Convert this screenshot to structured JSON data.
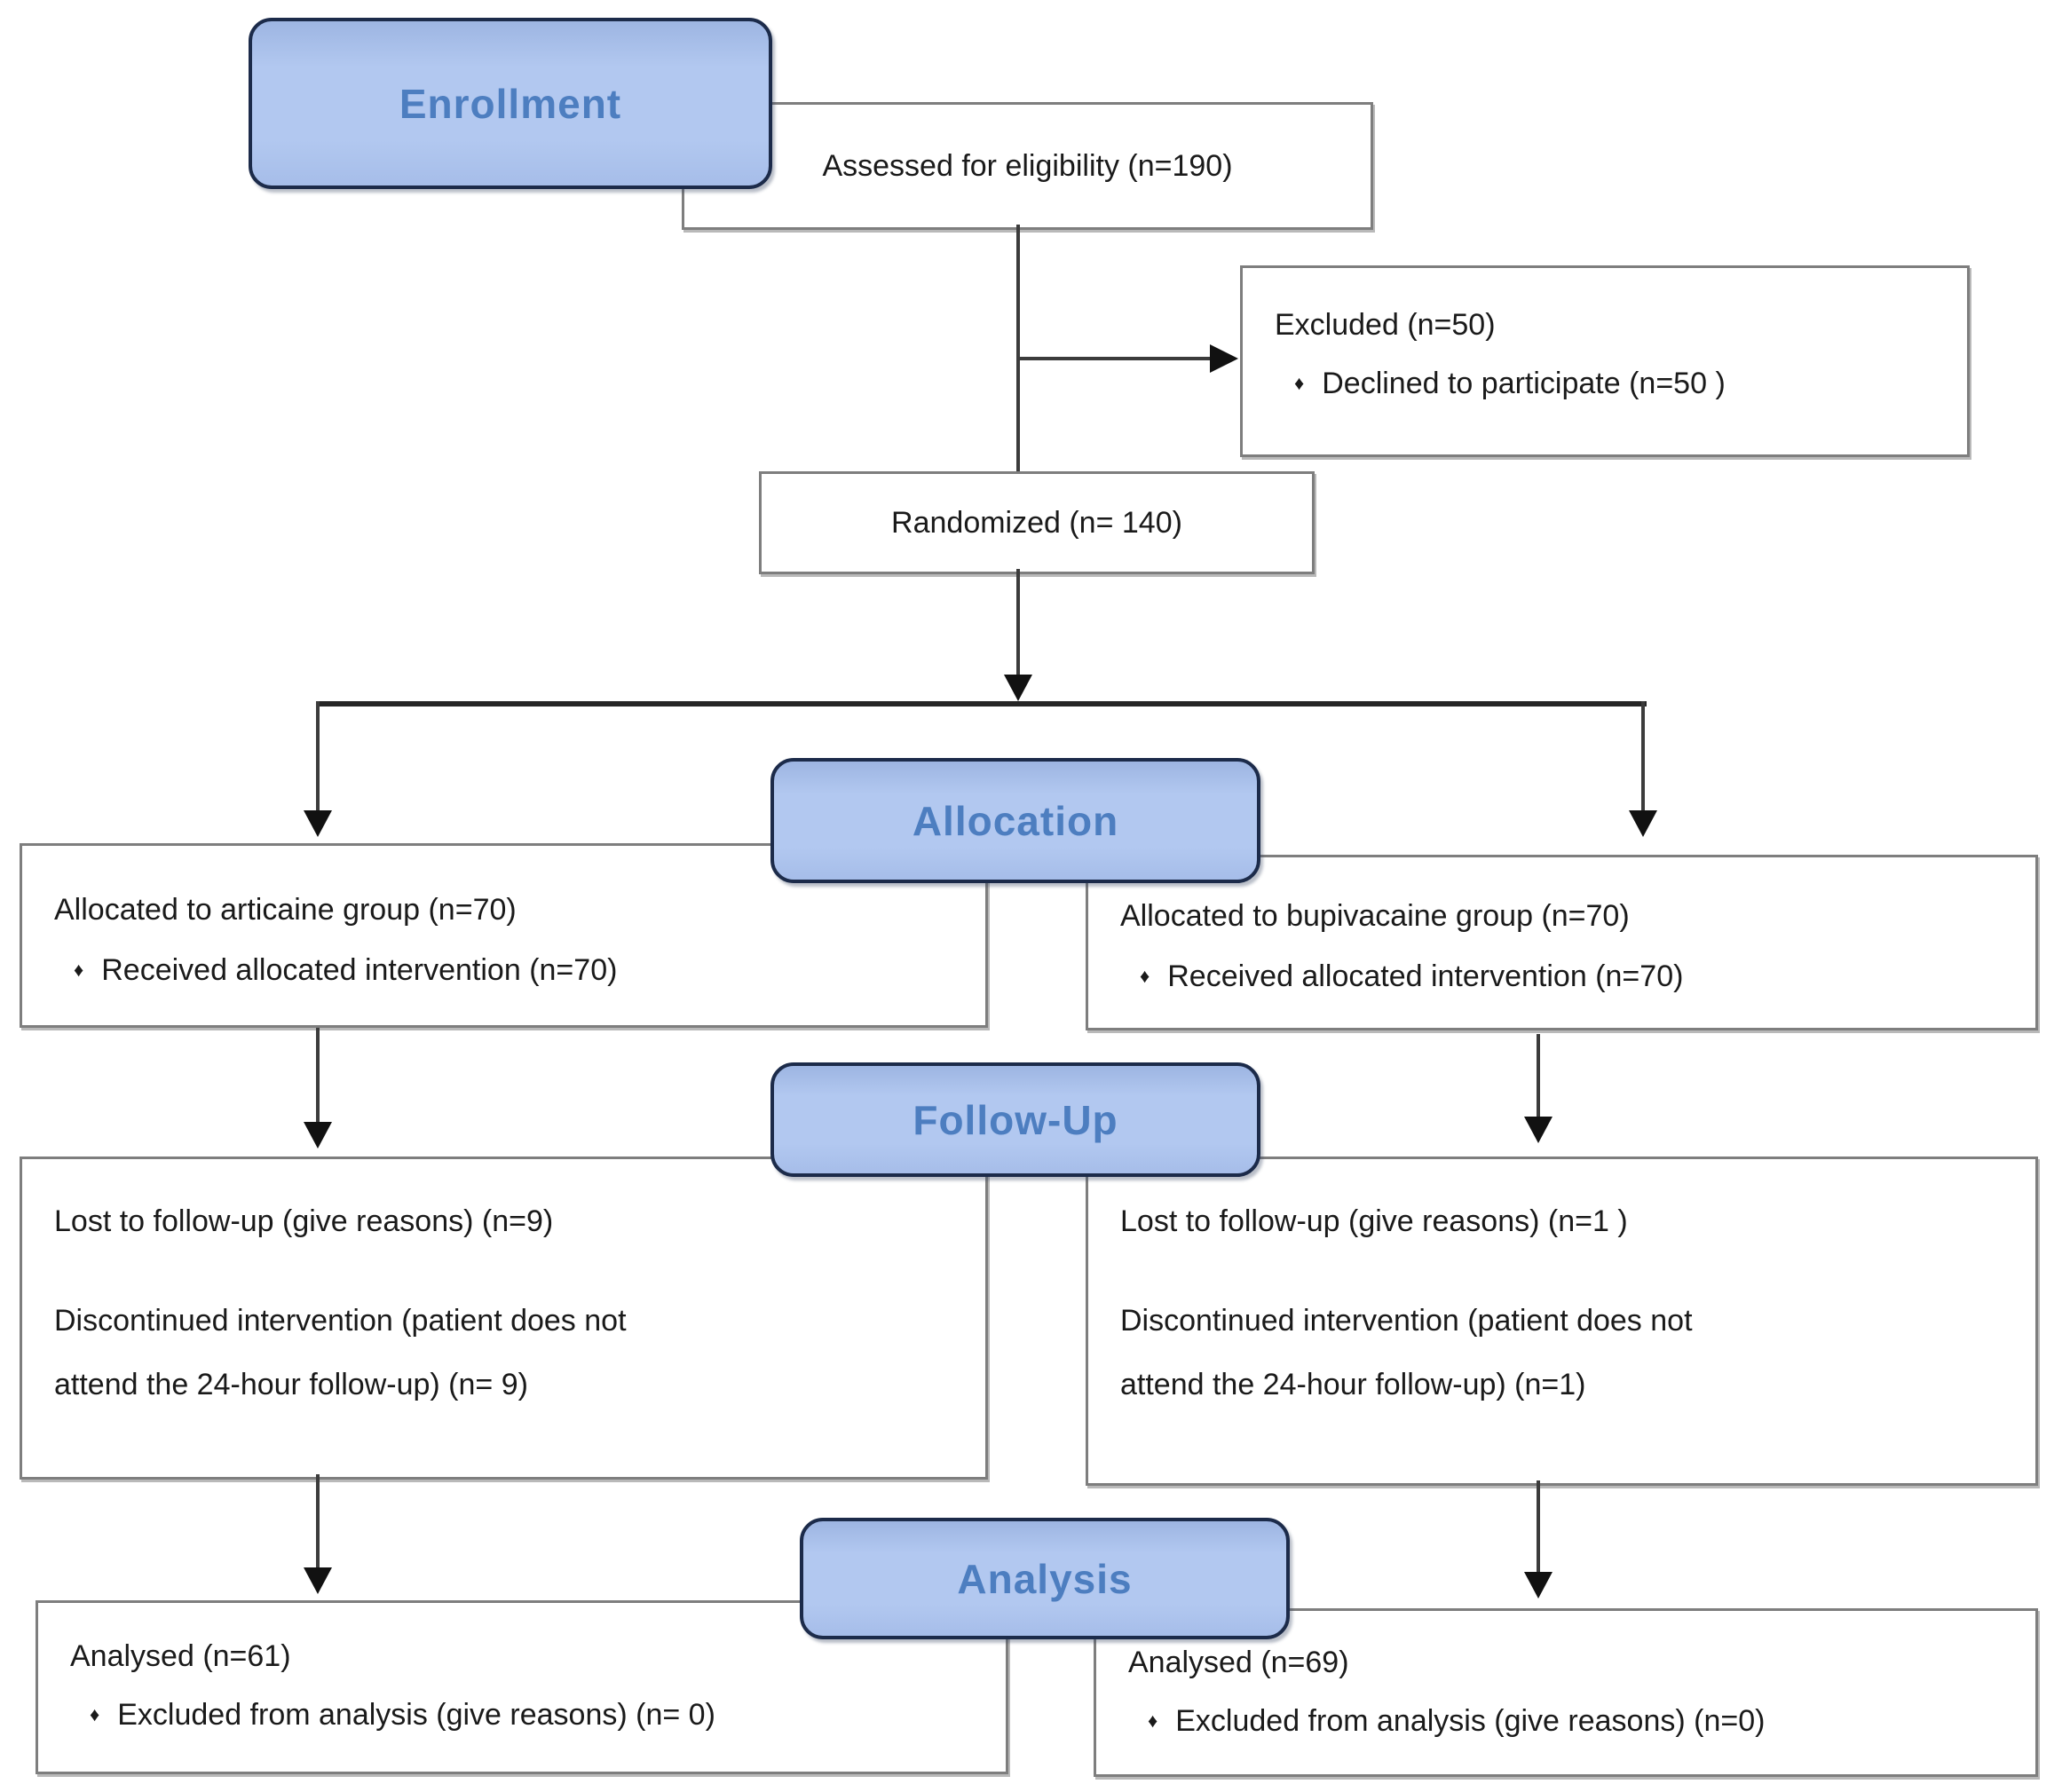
{
  "stage_bands": {
    "enrollment": "Enrollment",
    "allocation": "Allocation",
    "followup": "Follow-Up",
    "analysis": "Analysis"
  },
  "bullet_glyph": "♦",
  "boxes": {
    "assessed": {
      "text": "Assessed for eligibility (n=190)"
    },
    "excluded": {
      "title": "Excluded (n=50)",
      "bullet": "Declined to participate (n=50 )"
    },
    "randomized": {
      "text": "Randomized (n= 140)"
    },
    "allocation_left": {
      "title": "Allocated to articaine group (n=70)",
      "bullet": "Received allocated intervention (n=70)"
    },
    "allocation_right": {
      "title": "Allocated to bupivacaine group (n=70)",
      "bullet": "Received allocated intervention (n=70)"
    },
    "followup_left": {
      "line1": "Lost to follow-up (give reasons) (n=9)",
      "line2": "Discontinued intervention (patient does not",
      "line3": "attend the 24-hour follow-up) (n= 9)"
    },
    "followup_right": {
      "line1": "Lost to follow-up (give reasons) (n=1 )",
      "line2": "Discontinued intervention (patient does not",
      "line3": "attend the 24-hour follow-up) (n=1)"
    },
    "analysis_left": {
      "title": "Analysed (n=61)",
      "bullet": "Excluded from analysis (give reasons) (n= 0)"
    },
    "analysis_right": {
      "title": "Analysed (n=69)",
      "bullet": "Excluded from analysis (give reasons) (n=0)"
    }
  },
  "colors": {
    "band_fill": "#b2c8f0",
    "band_border": "#1c2b4a",
    "band_text": "#4d7ec0",
    "box_border": "#7e7e7e",
    "line": "#3c3c3c",
    "arrow": "#111111"
  }
}
